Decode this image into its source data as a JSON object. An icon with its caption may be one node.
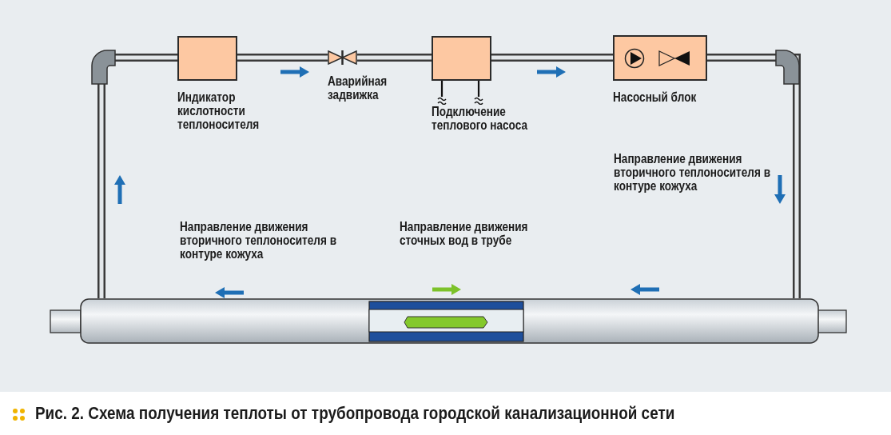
{
  "diagram": {
    "caption": "**Рис. 2.** Схема получения теплоты от трубопровода городской канализационной сети",
    "nodes": [
      {
        "text": [],
        "shape": "cylinder"
      },
      {
        "text": [
          "Индикатор кислотности теплоносителя"
        ]
      },
      {
        "text": [
          "Аварийная задвижка"
        ]
      },
      {
        "text": [
          "Подключение теплового насоса"
        ]
      },
      {
        "text": [
          "Насосный блок"
        ]
      }
    ],
    "edges": [
      {
        "from": 0,
        "to": 1,
        "arrow": "none"
      },
      {
        "from": 1,
        "to": 2,
        "arrow": "none"
      },
      {
        "from": 2,
        "to": 3,
        "arrow": "none"
      },
      {
        "from": 3,
        "to": 4,
        "arrow": "none"
      },
      {
        "from": 4,
        "to": 0,
        "arrow": "none"
      }
    ],
    "labels": [
      "Направление движения вторичного теплоносителя в контуре кожуха",
      "Направление движения вторичного теплоносителя в контуре кожуха",
      "Направление движения сточных вод в трубе"
    ]
  }
}
